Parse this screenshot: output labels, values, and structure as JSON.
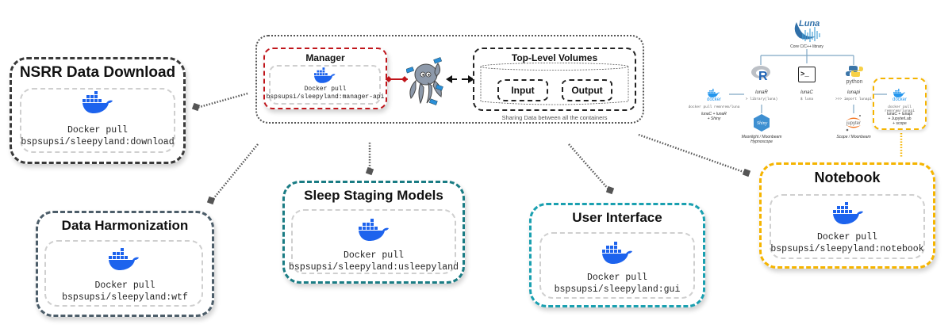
{
  "colors": {
    "docker_blue": "#1d63ed",
    "manager_border": "#c0151b",
    "teal_border": "#1a7c84",
    "cyan_border": "#1aa0b0",
    "slate_border": "#4d5e6a",
    "dark_border": "#3a3a3a",
    "notebook_border": "#f5b400"
  },
  "services": {
    "download": {
      "title": "NSRR Data Download",
      "cmd_line1": "Docker pull",
      "cmd_line2": "bspsupsi/sleepyland:download"
    },
    "harmonization": {
      "title": "Data Harmonization",
      "cmd_line1": "Docker pull",
      "cmd_line2": "bspsupsi/sleepyland:wtf"
    },
    "staging": {
      "title": "Sleep Staging Models",
      "cmd_line1": "Docker pull",
      "cmd_line2": "bspsupsi/sleepyland:usleepyland"
    },
    "ui": {
      "title": "User Interface",
      "cmd_line1": "Docker pull",
      "cmd_line2": "bspsupsi/sleepyland:gui"
    },
    "notebook": {
      "title": "Notebook",
      "cmd_line1": "Docker pull",
      "cmd_line2": "bspsupsi/sleepyland:notebook"
    }
  },
  "hub": {
    "manager": {
      "title": "Manager",
      "cmd_line1": "Docker pull",
      "cmd_line2": "bspsupsi/sleepyland:manager-api"
    },
    "volumes": {
      "title": "Top-Level Volumes",
      "input": "Input",
      "output": "Output",
      "caption": "Sharing Data between all the containers"
    }
  },
  "luna": {
    "logo_text": "Luna",
    "core_label": "Core C/C++ library",
    "branches": [
      {
        "name": "lunaR",
        "cmd": "> library(luna)",
        "icon": "r-icon"
      },
      {
        "name": "lunaC",
        "cmd": "$ luna",
        "icon": "terminal-icon"
      },
      {
        "name": "lunapi",
        "cmd": ">>> import lunapi",
        "icon": "python-icon",
        "icon_text": "python"
      }
    ],
    "docker_left": {
      "label": "docker",
      "cmd": "docker pull remnrem/luna",
      "desc1": "lunaC + lunaR",
      "desc2": "+ Shiny"
    },
    "docker_right": {
      "label": "docker",
      "cmd": "docker pull remnrem/lunapi",
      "desc1": "lunaC + lunapi",
      "desc2": "+ JupyterLab",
      "desc3": "+ scope"
    },
    "shiny": {
      "label": "Shiny",
      "desc1": "Moonlight / Moonbeam",
      "desc2": "Hypnoscope"
    },
    "jupyter": {
      "label": "jupyter",
      "desc1": "Scope / Moonbeam"
    }
  }
}
